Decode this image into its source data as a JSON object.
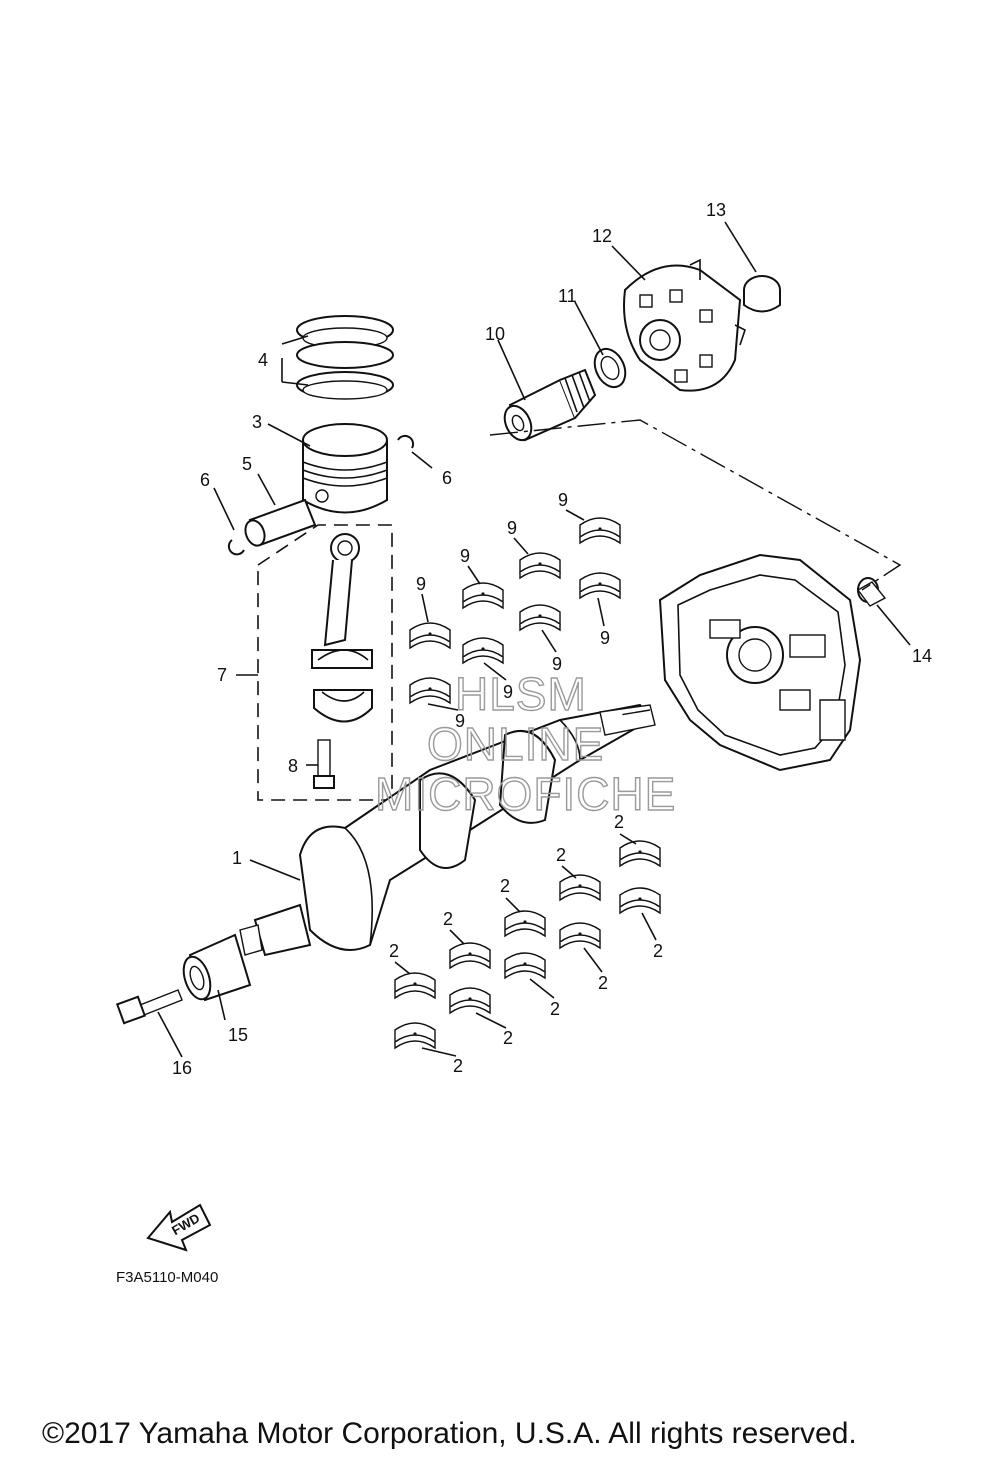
{
  "callouts": {
    "c1": "1",
    "c2": "2",
    "c3": "3",
    "c4": "4",
    "c5": "5",
    "c6": "6",
    "c7": "7",
    "c8": "8",
    "c9": "9",
    "c10": "10",
    "c11": "11",
    "c12": "12",
    "c13": "13",
    "c14": "14",
    "c15": "15",
    "c16": "16"
  },
  "watermark": {
    "line1": "HLSM",
    "line2": "ONLINE",
    "line3": "MICROFICHE"
  },
  "fwd_label": "FWD",
  "diagram_code": "F3A5110-M040",
  "copyright": "©2017 Yamaha Motor Corporation, U.S.A. All rights reserved."
}
